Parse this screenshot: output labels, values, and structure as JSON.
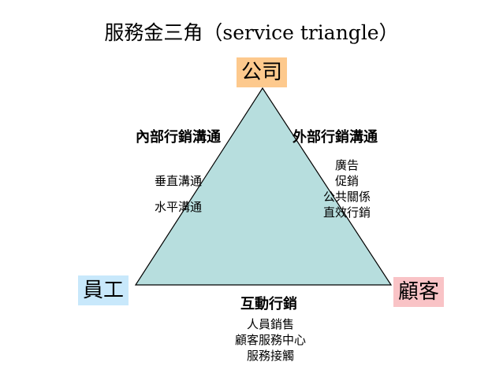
{
  "title": "服務金三角（service triangle）",
  "nodes": {
    "company": "公司",
    "employee": "員工",
    "customer": "顧客"
  },
  "sides": {
    "internal": {
      "title": "內部行銷溝通",
      "items": [
        "垂直溝通",
        "水平溝通"
      ]
    },
    "external": {
      "title": "外部行銷溝通",
      "items": [
        "廣告",
        "促銷",
        "公共關係",
        "直效行銷"
      ]
    },
    "interactive": {
      "title": "互動行銷",
      "items": [
        "人員銷售",
        "顧客服務中心",
        "服務接觸"
      ]
    }
  },
  "colors": {
    "triangle_fill": "#b7dede",
    "company_bg": "#fdc98d",
    "employee_bg": "#c8e8fb",
    "customer_bg": "#f9c3c6"
  }
}
